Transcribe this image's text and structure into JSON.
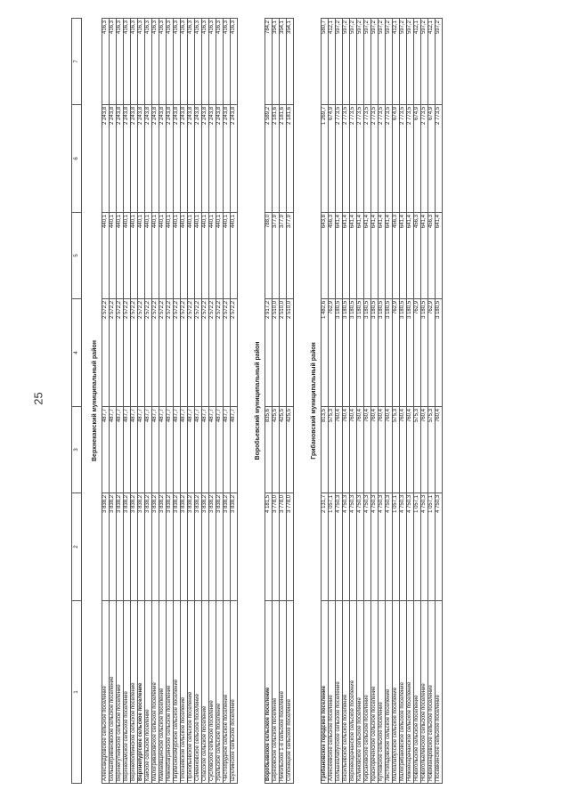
{
  "page_number": "25",
  "columns": [
    "1",
    "2",
    "3",
    "4",
    "5",
    "6",
    "7"
  ],
  "sections": [
    {
      "title": "Верхнекамский муниципальный район",
      "rows": [
        {
          "name": "Александровское сельское поселение",
          "c2": "3 838,2",
          "c3": "487,7",
          "c4": "2 572,2",
          "c5": "440,1",
          "c6": "2 243,8",
          "c7": "416,3",
          "bold": false
        },
        {
          "name": "Большегривановское сельское поселение",
          "c2": "3 838,2",
          "c3": "487,7",
          "c4": "2 572,2",
          "c5": "440,1",
          "c6": "2 243,8",
          "c7": "416,3",
          "bold": false
        },
        {
          "name": "Верхнегутнинское сельское поселение",
          "c2": "3 838,2",
          "c3": "487,7",
          "c4": "2 572,2",
          "c5": "440,1",
          "c6": "2 243,8",
          "c7": "416,3",
          "bold": false
        },
        {
          "name": "Верхнекамское сельское поселение",
          "c2": "3 838,2",
          "c3": "487,7",
          "c4": "2 572,2",
          "c5": "440,1",
          "c6": "2 243,8",
          "c7": "416,3",
          "bold": false
        },
        {
          "name": "Верхнеполпинское сельское поселение",
          "c2": "3 838,2",
          "c3": "487,7",
          "c4": "2 572,2",
          "c5": "440,1",
          "c6": "2 243,8",
          "c7": "416,3",
          "bold": false
        },
        {
          "name": "Верхнепургское сельское поселение",
          "c2": "3 838,2",
          "c3": "487,7",
          "c4": "2 572,2",
          "c5": "440,1",
          "c6": "2 243,8",
          "c7": "416,3",
          "bold": true
        },
        {
          "name": "Кайское сельское поселение",
          "c2": "3 838,2",
          "c3": "487,7",
          "c4": "2 572,2",
          "c5": "440,1",
          "c6": "2 243,8",
          "c7": "416,3",
          "bold": false
        },
        {
          "name": "Малогривановское сельское поселение",
          "c2": "3 838,2",
          "c3": "487,7",
          "c4": "2 572,2",
          "c5": "440,1",
          "c6": "2 243,8",
          "c7": "416,3",
          "bold": false
        },
        {
          "name": "Мамаевщинское сельское поселение",
          "c2": "3 838,2",
          "c3": "487,7",
          "c4": "2 572,2",
          "c5": "440,1",
          "c6": "2 243,8",
          "c7": "416,3",
          "bold": false
        },
        {
          "name": "Нижнебагринское сельское поселение",
          "c2": "3 838,2",
          "c3": "487,7",
          "c4": "2 572,2",
          "c5": "440,1",
          "c6": "2 243,8",
          "c7": "416,3",
          "bold": false
        },
        {
          "name": "Пирписнокомурское сельское поселение",
          "c2": "3 838,2",
          "c3": "487,7",
          "c4": "2 572,2",
          "c5": "440,1",
          "c6": "2 243,8",
          "c7": "416,3",
          "bold": false
        },
        {
          "name": "Плохаевское сельское поселение",
          "c2": "3 838,2",
          "c3": "487,7",
          "c4": "2 572,2",
          "c5": "440,1",
          "c6": "2 243,8",
          "c7": "416,3",
          "bold": false
        },
        {
          "name": "Прокопьевское сельское поселение",
          "c2": "3 838,2",
          "c3": "487,7",
          "c4": "2 572,2",
          "c5": "440,1",
          "c6": "2 243,8",
          "c7": "416,3",
          "bold": false
        },
        {
          "name": "Семенковское сельское поселение",
          "c2": "3 838,2",
          "c3": "487,7",
          "c4": "2 572,2",
          "c5": "440,1",
          "c6": "2 243,8",
          "c7": "416,3",
          "bold": false
        },
        {
          "name": "Спасское сельское поселение",
          "c2": "3 838,2",
          "c3": "487,7",
          "c4": "2 572,2",
          "c5": "440,1",
          "c6": "2 243,8",
          "c7": "416,3",
          "bold": false
        },
        {
          "name": "Сусловское сельское поселение",
          "c2": "3 838,2",
          "c3": "487,7",
          "c4": "2 572,2",
          "c5": "440,1",
          "c6": "2 243,8",
          "c7": "416,3",
          "bold": false
        },
        {
          "name": "Уральское сельское поселение",
          "c2": "3 838,2",
          "c3": "487,7",
          "c4": "2 572,2",
          "c5": "440,1",
          "c6": "2 243,8",
          "c7": "416,3",
          "bold": false
        },
        {
          "name": "Чистопрудное сельское поселение",
          "c2": "3 838,2",
          "c3": "487,7",
          "c4": "2 572,2",
          "c5": "440,1",
          "c6": "2 243,8",
          "c7": "416,3",
          "bold": false
        },
        {
          "name": "Шуклинское сельское поселение",
          "c2": "3 838,2",
          "c3": "487,7",
          "c4": "2 572,2",
          "c5": "440,1",
          "c6": "2 243,8",
          "c7": "416,3",
          "bold": false
        }
      ]
    },
    {
      "title": "Воробьевский муниципальный район",
      "rows": [
        {
          "name": "Воробьевское сельское поселение",
          "c2": "4 181,5",
          "c3": "835,6",
          "c4": "2 917,2",
          "c5": "788,0",
          "c6": "2 589,2",
          "c7": "784,2",
          "bold": true
        },
        {
          "name": "Березовское сельское поселение",
          "c2": "3 778,0",
          "c3": "425,5",
          "c4": "2 510,0",
          "c5": "377,9",
          "c6": "2 181,6",
          "c7": "354,1",
          "bold": false
        },
        {
          "name": "Никольское 1-е сельское поселение",
          "c2": "3 778,0",
          "c3": "425,5",
          "c4": "2 510,0",
          "c5": "377,9",
          "c6": "2 181,6",
          "c7": "354,1",
          "bold": false
        },
        {
          "name": "Солонецкое сельское поселение",
          "c2": "3 778,0",
          "c3": "425,5",
          "c4": "2 510,0",
          "c5": "377,9",
          "c6": "2 181,6",
          "c7": "354,1",
          "bold": false
        }
      ]
    },
    {
      "title": "Грибановский муниципальный район",
      "rows": [
        {
          "name": "Грибановское городское поселение",
          "c2": "2 131,7",
          "c3": "813,5",
          "c4": "1 482,6",
          "c5": "643,8",
          "c6": "1 269,7",
          "c7": "580,7",
          "bold": true
        },
        {
          "name": "Алексеевское сельское поселение",
          "c2": "1 057,1",
          "c3": "575,3",
          "c4": "762,9",
          "c5": "456,3",
          "c6": "674,9",
          "c7": "412,1",
          "bold": false
        },
        {
          "name": "Большеалабухское сельское поселение",
          "c2": "4 750,3",
          "c3": "760,4",
          "c4": "3 180,5",
          "c5": "641,4",
          "c6": "2 773,5",
          "c7": "597,2",
          "bold": false
        },
        {
          "name": "Васильевское сельское поселение",
          "c2": "4 750,3",
          "c3": "760,4",
          "c4": "3 180,5",
          "c5": "641,4",
          "c6": "2 773,5",
          "c7": "597,2",
          "bold": false
        },
        {
          "name": "Верхнекарачанское сельское поселение",
          "c2": "4 750,3",
          "c3": "760,4",
          "c4": "3 180,5",
          "c5": "641,4",
          "c6": "2 773,5",
          "c7": "597,2",
          "bold": false
        },
        {
          "name": "Калиновское сельское поселение",
          "c2": "4 750,3",
          "c3": "760,4",
          "c4": "3 180,5",
          "c5": "641,4",
          "c6": "2 773,5",
          "c7": "597,2",
          "bold": false
        },
        {
          "name": "Кирсановское сельское поселение",
          "c2": "4 750,3",
          "c3": "760,4",
          "c4": "3 180,5",
          "c5": "641,4",
          "c6": "2 773,5",
          "c7": "597,2",
          "bold": false
        },
        {
          "name": "Краснореченское сельское поселение",
          "c2": "4 750,3",
          "c3": "760,4",
          "c4": "3 180,5",
          "c5": "641,4",
          "c6": "2 773,5",
          "c7": "597,2",
          "bold": false
        },
        {
          "name": "Кутковское сельское поселение",
          "c2": "4 750,3",
          "c3": "760,4",
          "c4": "3 180,5",
          "c5": "641,4",
          "c6": "2 773,5",
          "c7": "597,2",
          "bold": false
        },
        {
          "name": "Листопадовское сельское поселение",
          "c2": "4 750,3",
          "c3": "760,4",
          "c4": "3 180,5",
          "c5": "641,4",
          "c6": "2 773,5",
          "c7": "597,2",
          "bold": false
        },
        {
          "name": "Малоалабухское сельское поселение",
          "c2": "1 057,1",
          "c3": "575,3",
          "c4": "762,9",
          "c5": "456,3",
          "c6": "674,9",
          "c7": "412,1",
          "bold": false
        },
        {
          "name": "Малогрибановское сельское поселение",
          "c2": "4 750,3",
          "c3": "760,4",
          "c4": "3 180,5",
          "c5": "641,4",
          "c6": "2 773,5",
          "c7": "597,2",
          "bold": false
        },
        {
          "name": "Нижнекарачанское сельское поселение",
          "c2": "4 750,3",
          "c3": "760,4",
          "c4": "3 180,5",
          "c5": "641,4",
          "c6": "2 773,5",
          "c7": "597,2",
          "bold": false
        },
        {
          "name": "Новогольское сельское поселение",
          "c2": "1 057,1",
          "c3": "575,3",
          "c4": "762,9",
          "c5": "456,3",
          "c6": "674,9",
          "c7": "412,1",
          "bold": false
        },
        {
          "name": "Новогольеленское сельское поселение",
          "c2": "4 750,3",
          "c3": "760,4",
          "c4": "3 180,5",
          "c5": "641,4",
          "c6": "2 773,5",
          "c7": "597,2",
          "bold": false
        },
        {
          "name": "Новомакаровское сельское поселение",
          "c2": "1 057,1",
          "c3": "575,3",
          "c4": "762,9",
          "c5": "456,3",
          "c6": "674,9",
          "c7": "412,1",
          "bold": false
        },
        {
          "name": "Посевкинское сельское поселение",
          "c2": "4 750,3",
          "c3": "760,4",
          "c4": "3 180,5",
          "c5": "641,4",
          "c6": "2 773,5",
          "c7": "597,2",
          "bold": false
        }
      ]
    }
  ]
}
